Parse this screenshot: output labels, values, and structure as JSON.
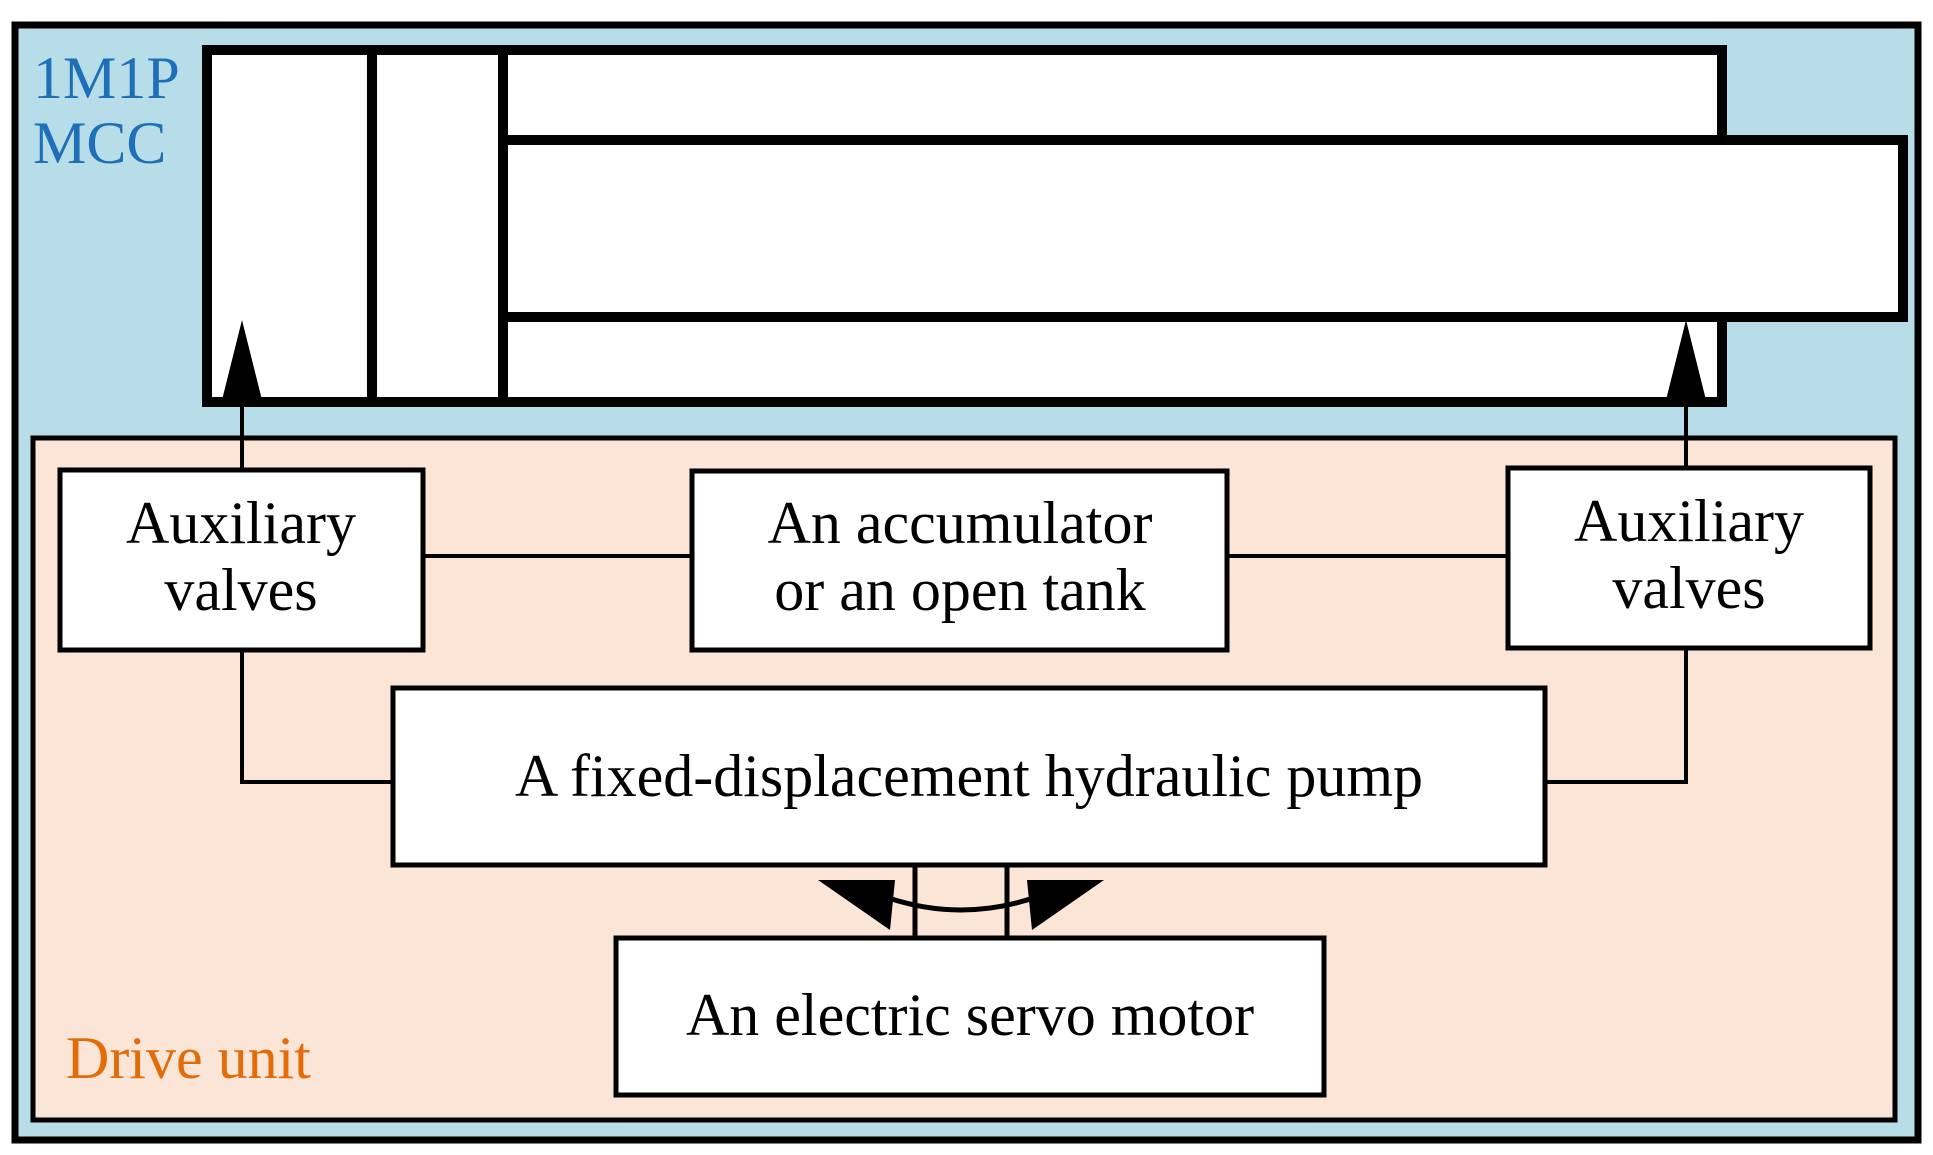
{
  "system": {
    "label_line1": "1M1P",
    "label_line2": "MCC"
  },
  "drive_unit": {
    "label": "Drive unit"
  },
  "boxes": {
    "aux_left": {
      "line1": "Auxiliary",
      "line2": "valves"
    },
    "accumulator": {
      "line1": "An accumulator",
      "line2": "or an open tank"
    },
    "aux_right": {
      "line1": "Auxiliary",
      "line2": "valves"
    },
    "pump": {
      "label": "A fixed-displacement hydraulic pump"
    },
    "motor": {
      "label": "An electric servo motor"
    }
  },
  "colors": {
    "system_background": "#b7dde8",
    "drive_unit_background": "#fbe5d6",
    "system_label": "#1f6fb8",
    "drive_unit_label": "#e36c09",
    "box_fill": "#ffffff",
    "stroke": "#000000"
  }
}
